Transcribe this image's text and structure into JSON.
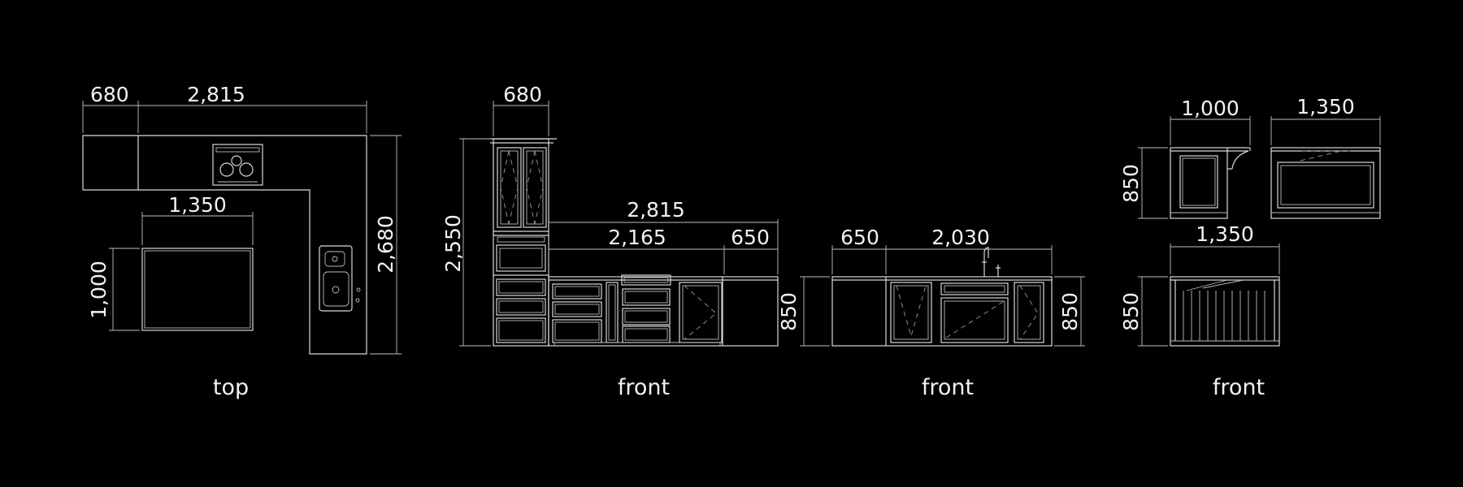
{
  "view1": {
    "label": "top",
    "dims": {
      "w680": "680",
      "w2815": "2,815",
      "h2680": "2,680",
      "island_w": "1,350",
      "island_h": "1,000"
    }
  },
  "view2": {
    "label": "front",
    "dims": {
      "w680": "680",
      "h2550": "2,550",
      "w2815": "2,815",
      "w2165": "2,165",
      "w650": "650",
      "h850": "850"
    }
  },
  "view3": {
    "label": "front",
    "dims": {
      "w650": "650",
      "w2030": "2,030",
      "h850": "850"
    }
  },
  "view4": {
    "label": "front",
    "dims": {
      "w1000": "1,000",
      "w1350_top": "1,350",
      "h850_top": "850",
      "w1350_bottom": "1,350",
      "h850_bottom": "850"
    }
  }
}
